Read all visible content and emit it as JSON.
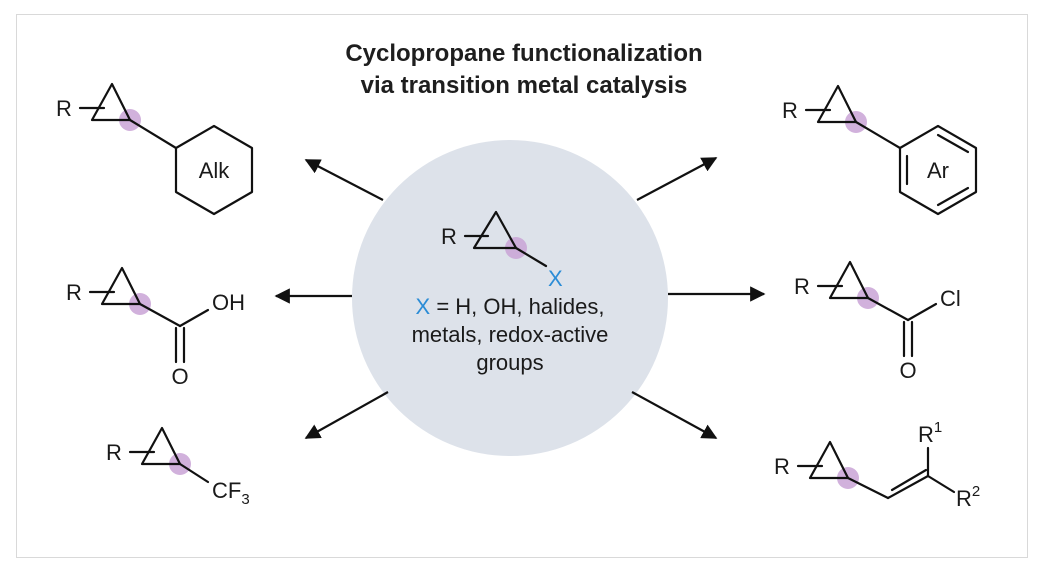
{
  "title": {
    "line1": "Cyclopropane functionalization",
    "line2": "via transition metal catalysis"
  },
  "center": {
    "R": "R",
    "X": "X",
    "x_symbol": "X",
    "definition_rest": " = H, OH, halides,",
    "line2": "metals, redox-active",
    "line3": "groups"
  },
  "products": {
    "alkyl": {
      "R": "R",
      "ring_label": "Alk"
    },
    "aryl": {
      "R": "R",
      "ring_label": "Ar"
    },
    "acid": {
      "R": "R",
      "OH": "OH",
      "O": "O"
    },
    "acyl_chloride": {
      "R": "R",
      "Cl": "Cl",
      "O": "O"
    },
    "cf3": {
      "R": "R",
      "CF": "CF",
      "sub": "3"
    },
    "alkene": {
      "R": "R",
      "R1": "R",
      "R1_sup": "1",
      "R2": "R",
      "R2_sup": "2"
    }
  },
  "colors": {
    "highlight": "#c9a3d6",
    "circle": "#dde2ea",
    "x_accent": "#2b8cd6"
  }
}
